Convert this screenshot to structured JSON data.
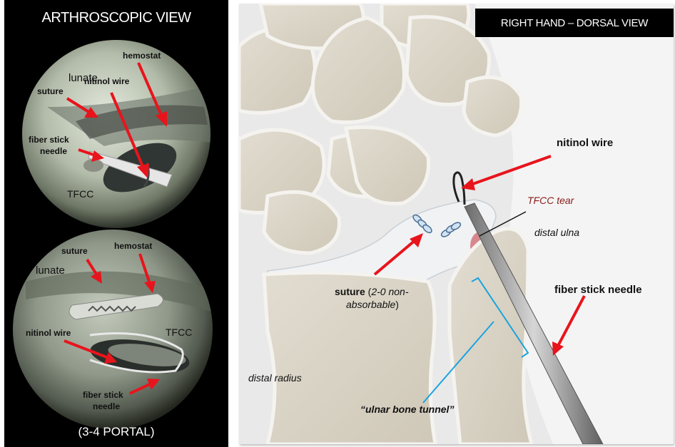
{
  "left_panel": {
    "title": "ARTHROSCOPIC VIEW",
    "footer": "(3-4 PORTAL)",
    "top_view": {
      "lunate": "lunate",
      "hemostat": "hemostat",
      "nitinol_wire": "nitinol wire",
      "suture": "suture",
      "fiber_stick_line1": "fiber stick",
      "fiber_stick_line2": "needle",
      "tfcc": "TFCC"
    },
    "bottom_view": {
      "suture": "suture",
      "hemostat": "hemostat",
      "lunate": "lunate",
      "nitinol_wire": "nitinol wire",
      "tfcc": "TFCC",
      "fiber_stick_line1": "fiber stick",
      "fiber_stick_line2": "needle"
    }
  },
  "right_panel": {
    "title": "RIGHT HAND – DORSAL VIEW",
    "nitinol_wire": "nitinol wire",
    "tfcc_tear": "TFCC tear",
    "distal_ulna": "distal ulna",
    "suture_bold": "suture",
    "suture_paren_open": " (",
    "suture_detail1": "2-0 non-",
    "suture_detail2": "absorbable",
    "suture_paren_close": ")",
    "fiber_stick_needle": "fiber stick needle",
    "distal_radius": "distal radius",
    "ulnar_bone_tunnel": "“ulnar bone tunnel”"
  },
  "colors": {
    "arrow_red": "#e8141c",
    "tear_label": "#8b1a1a",
    "tunnel_blue": "#1aa3e0",
    "bone": "#d8d2c4",
    "bone_highlight": "#f3f1ec"
  }
}
